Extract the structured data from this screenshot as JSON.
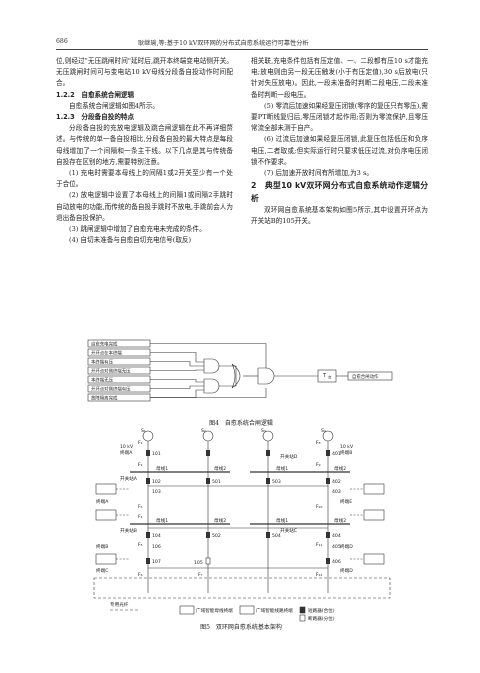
{
  "header": {
    "page_number": "686",
    "running_title": "耿继瑜,等:基于10 kV双环网的分布式自愈系统运行可靠性分析"
  },
  "left_column": {
    "paragraphs": [
      "位,则经过\"无压跳闸时间\"延时后,跳开本终端变电站侧开关。无压跳闸时间可与变电站10 kV母线分段备自投动作时间配合。"
    ],
    "sec_122_heading": "1.2.2　自愈系统合闸逻辑",
    "sec_122_text": "自愈系统合闸逻辑如图4所示。",
    "sec_123_heading": "1.2.3　分段备自投的特点",
    "sec_123_paragraphs": [
      "分段备自投的充放电逻辑及跳合闸逻辑在此不再详细赘述。与传统的单一备自投相比,分段备自投的最大特点是每段母线增加了一个间隔和一条主干线。以下几点是其与传统备自投存在区别的地方,需要特别注意。",
      "(1) 充电时需要本母线上的间隔1或2开关至少有一个处于合位。",
      "(2) 放电逻辑中设置了本母线上的间隔1或间隔2手跳时自动放电的功能,而传统的备自投手跳时不放电,手跳前会人为退出备自投保护。",
      "(3) 跳闸逻辑中增加了自愈充电未完成的条件。",
      "(4) 自切未准备与自愈自切充电信号(取反)"
    ]
  },
  "right_column": {
    "paragraphs": [
      "相关联,充电条件包括有压定值、一、二段都有压10 s才能充电;放电则由另一段无压触发(小于有压定值),30 s后放电(只针对失压放电)。因此,一段未准备时判断二段电压,二段未准备时判断一段电压。",
      "(5) 零流后加速如果经复压闭锁(零序的复压只有零压),需要PT断线复归后,零压闭锁才起作用;否则为零流保护,且零压常流全部未测于自产。",
      "(6) 过流后加速如果经复压闭锁,此复压包括低压和负序电压,二者取或;但实际运行时只要求低压过流,对负序电压闭锁不作要求。",
      "(7) 后加速开放时间有所增加,为3 s。"
    ],
    "sec2_heading": "2　典型10 kV双环网分布式自愈系统动作逻辑分析",
    "sec2_text": "双环网自愈系统基本架构如图5所示,其中设置开环点为开关站B的105开关。"
  },
  "figure4": {
    "inputs": [
      "自愈充电完成",
      "开环点在本终端",
      "本终端有压",
      "开环点对侧终端无压",
      "本终端无压",
      "开环点对侧终端有压",
      "故障隔离完成"
    ],
    "timer_label": "T",
    "timer_sub": "合",
    "output": "自愈合闸动作",
    "caption": "图4　自愈系统合闸逻辑"
  },
  "figure5": {
    "sources": [
      "S₁",
      "S₂",
      "S₃",
      "S₄"
    ],
    "top_labels": [
      "10 kV",
      "终端A",
      "10 kV",
      "终端B"
    ],
    "left_labels": [
      "开关站A",
      "终端A",
      "开关站B",
      "终端B",
      "终端C"
    ],
    "mid_labels": [
      "开关站D",
      "终端E",
      "开关站C",
      "终端D",
      "终端D"
    ],
    "bus_labels": [
      "母线1",
      "母线2",
      "母线1",
      "母线2",
      "母线1",
      "母线2",
      "母线1",
      "母线2"
    ],
    "switch_ids": [
      "101",
      "102",
      "103",
      "104",
      "105",
      "106",
      "107",
      "501",
      "502",
      "401",
      "402",
      "403",
      "404",
      "405",
      "406",
      "503",
      "504"
    ],
    "fault_labels": [
      "F₁",
      "F₂",
      "F₃",
      "F₄",
      "F₅",
      "F₆",
      "F₇",
      "F₈",
      "F₉",
      "F₁₀",
      "F₁₁",
      "F₁₂"
    ],
    "legend": [
      "专用光纤",
      "广域智能母线终端",
      "广域智能线路终端",
      "短路器(合位)",
      "断路器(分位)"
    ],
    "caption": "图5　双环网自愈系统基本架构"
  }
}
